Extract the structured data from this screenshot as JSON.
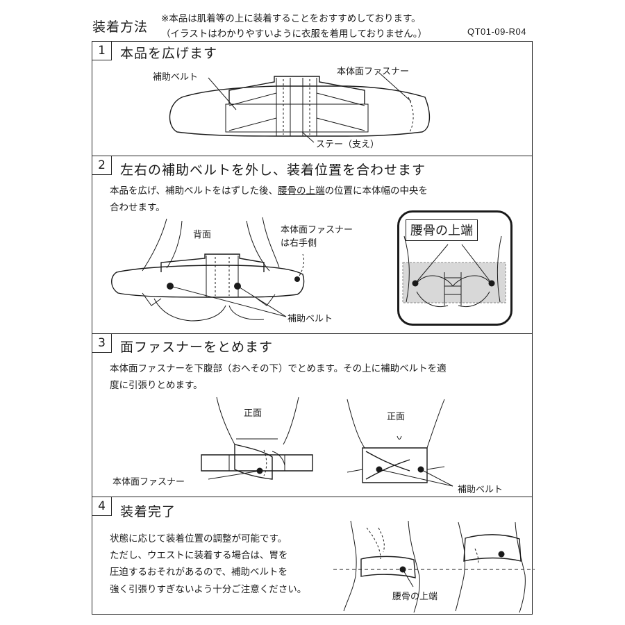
{
  "header": {
    "title": "装着方法",
    "note_line1": "※本品は肌着等の上に装着することをおすすめしております。",
    "note_line2": "（イラストはわかりやすいように衣服を着用しておりません。）",
    "code": "QT01-09-R04"
  },
  "step1": {
    "num": "1",
    "title": "本品を広げます",
    "label_belt": "補助ベルト",
    "label_fastener": "本体面ファスナー",
    "label_stay": "ステー（支え）"
  },
  "step2": {
    "num": "2",
    "title": "左右の補助ベルトを外し、装着位置を合わせます",
    "text_a": "本品を広げ、補助ベルトをはずした後、",
    "text_b": "腰骨の上端",
    "text_c": "の位置に本体幅の中央を",
    "text_d": "合わせます。",
    "label_back": "背面",
    "label_fastener1": "本体面ファスナー",
    "label_fastener2": "は右手側",
    "label_belt": "補助ベルト",
    "callout": "腰骨の上端"
  },
  "step3": {
    "num": "3",
    "title": "面ファスナーをとめます",
    "text_line1": "本体面ファスナーを下腹部（おへその下）でとめます。その上に補助ベルトを適",
    "text_line2": "度に引張りとめます。",
    "label_front_left": "正面",
    "label_front_right": "正面",
    "label_fastener": "本体面ファスナー",
    "label_belt": "補助ベルト"
  },
  "step4": {
    "num": "4",
    "title": "装着完了",
    "text_line1": "状態に応じて装着位置の調整が可能です。",
    "text_line2": "ただし、ウエストに装着する場合は、胃を",
    "text_line3": "圧迫するおそれがあるので、補助ベルトを",
    "text_line4": "強く引張りすぎないよう十分ご注意ください。",
    "label_hip": "腰骨の上端"
  }
}
